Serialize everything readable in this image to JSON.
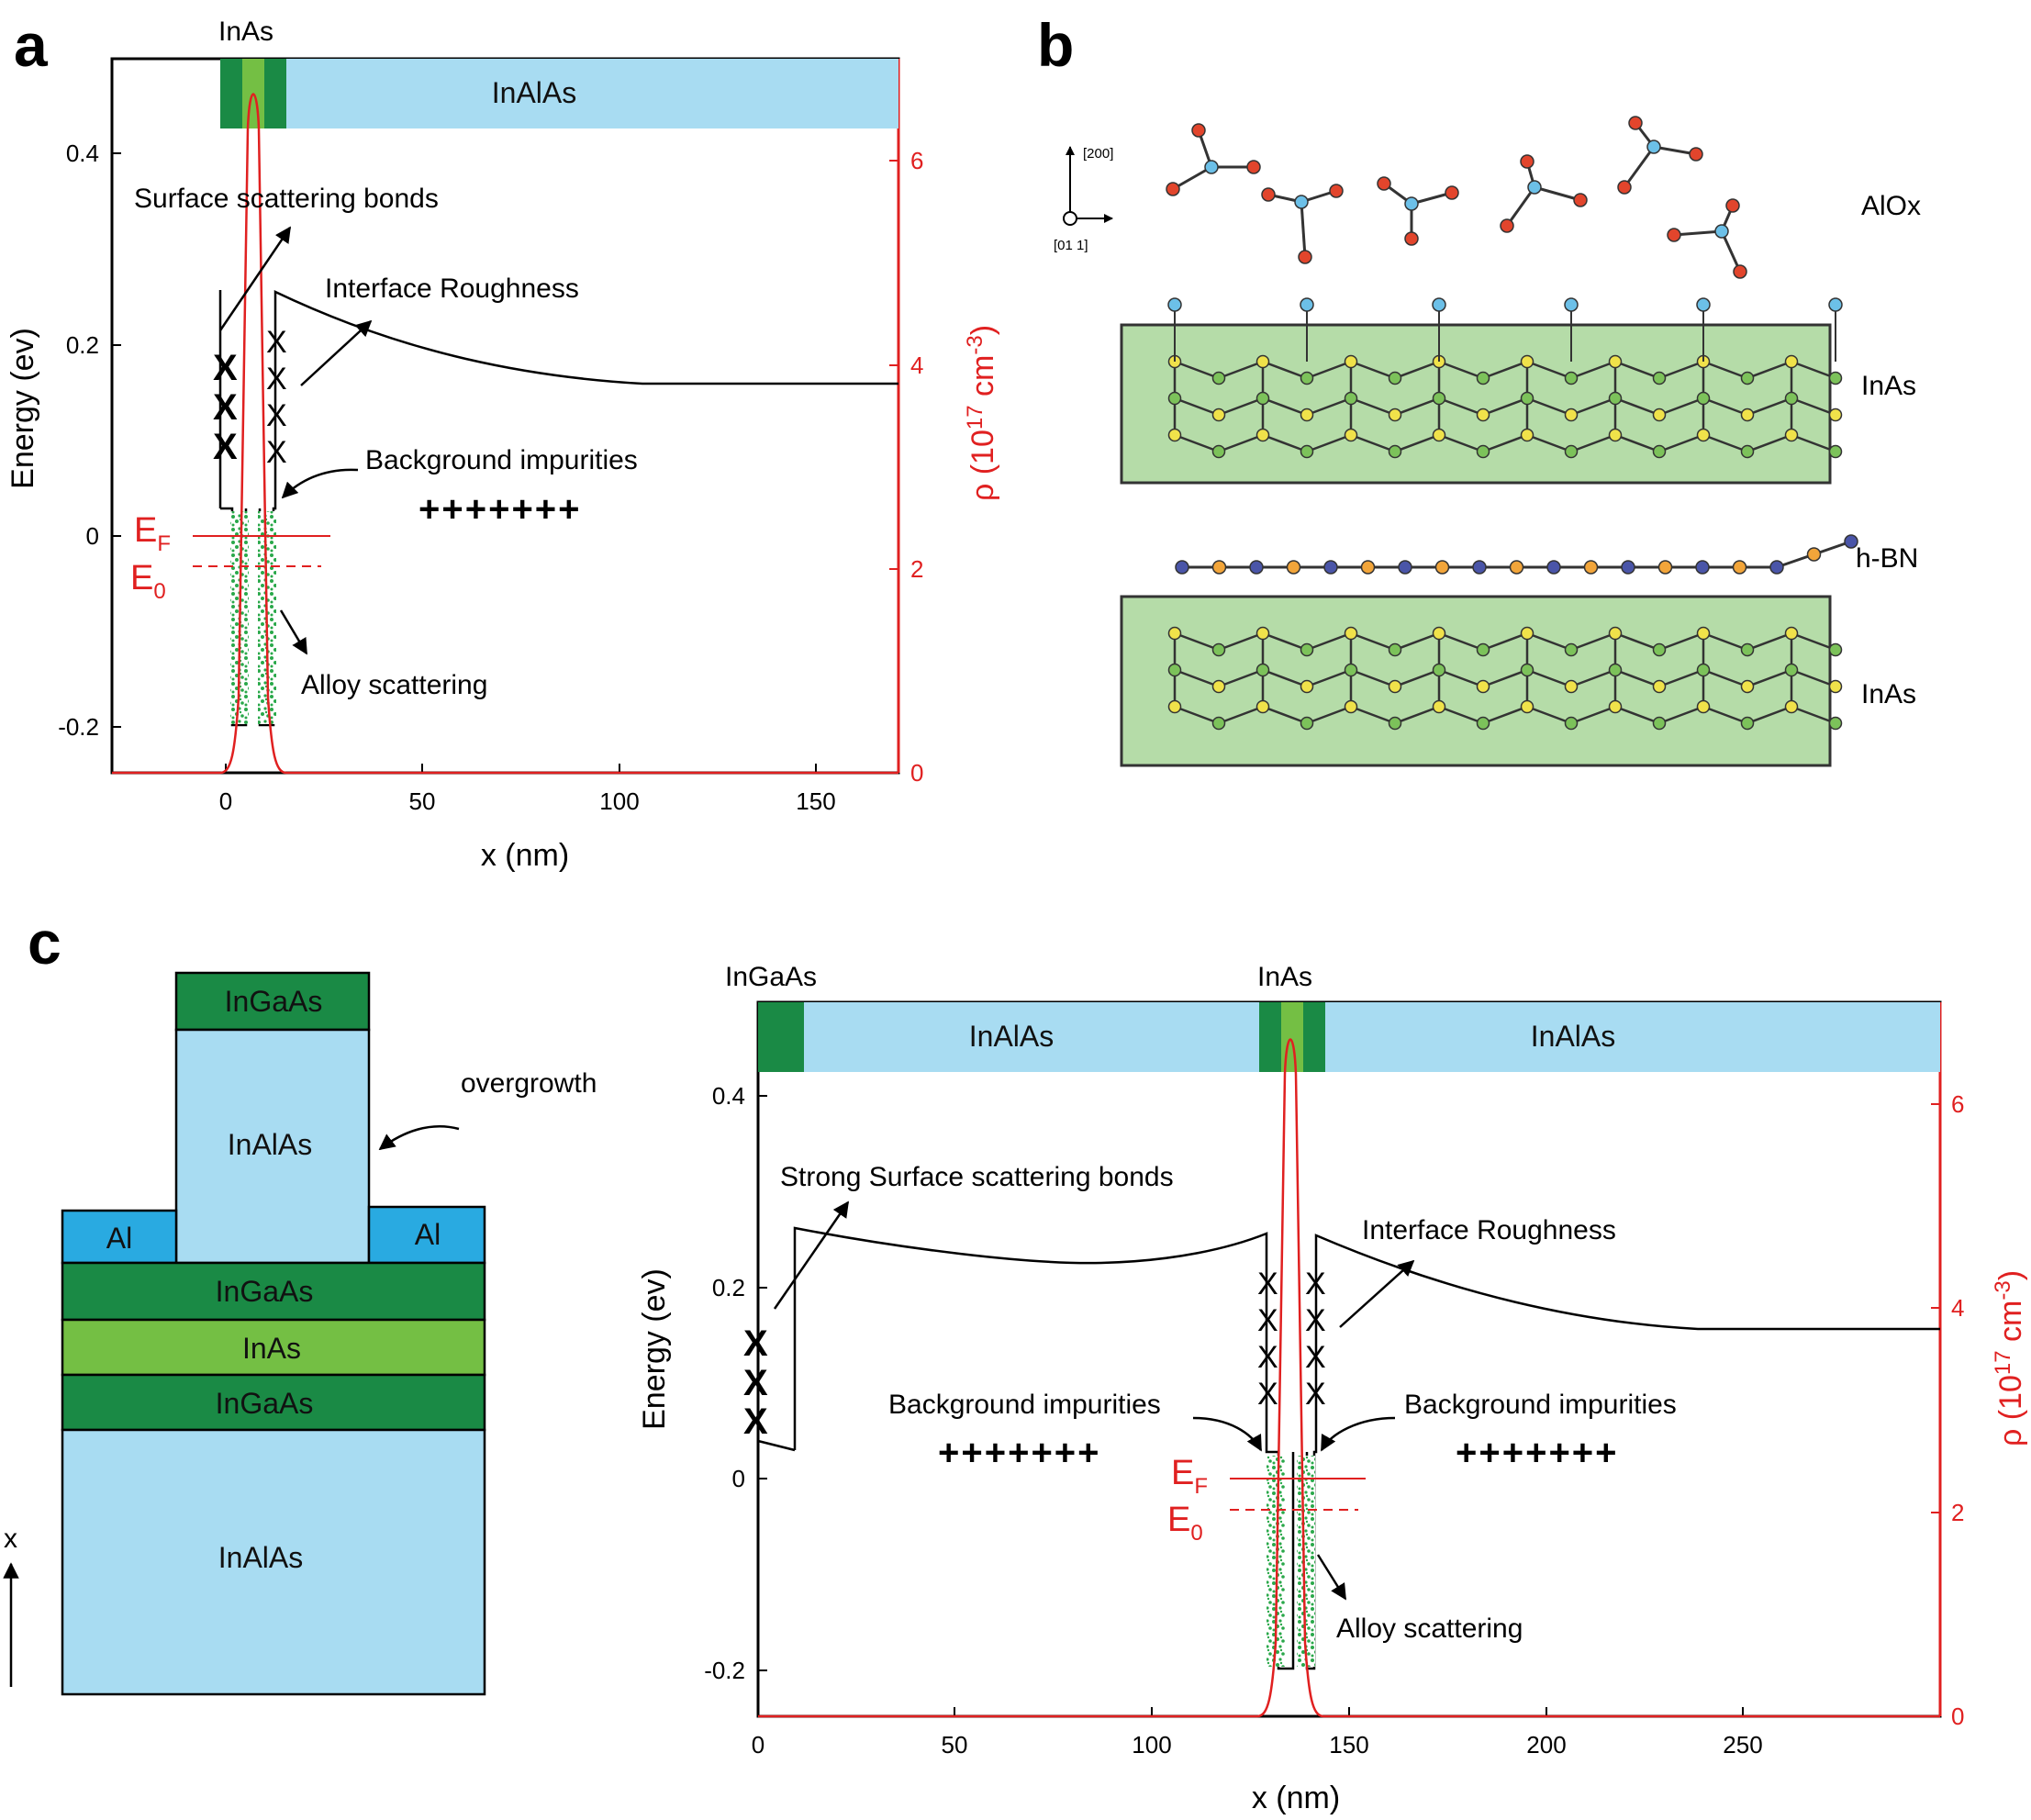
{
  "figure": {
    "panel_a": {
      "letter": "a",
      "top_label": "InAs",
      "barrier_label": "InAlAs",
      "ylabel": "Energy (ev)",
      "y2label_prefix": "ρ (10",
      "y2label_exp": "17",
      "y2label_unit": "cm",
      "y2label_unit_exp": "-3",
      "y2label_suffix": ")",
      "xlabel": "x (nm)",
      "xticks": [
        "0",
        "50",
        "100",
        "150"
      ],
      "yticks": [
        "0.4",
        "0.2",
        "0",
        "-0.2"
      ],
      "y2ticks": [
        "6",
        "4",
        "2",
        "0"
      ],
      "annotations": {
        "surface": "Surface scattering bonds",
        "roughness": "Interface Roughness",
        "impurities": "Background impurities",
        "plus": "+++++++",
        "alloy": "Alloy scattering",
        "ef": "E",
        "ef_sub": "F",
        "e0": "E",
        "e0_sub": "0"
      }
    },
    "panel_b": {
      "letter": "b",
      "axis_up": "[200]",
      "axis_in": "[01 1]",
      "labels": {
        "alox": "AlOx",
        "inas_top": "InAs",
        "hbn": "h-BN",
        "inas_bottom": "InAs"
      }
    },
    "panel_c": {
      "letter": "c",
      "stack": {
        "top_cap": "InGaAs",
        "ridge": "InAlAs",
        "al_left": "Al",
        "al_right": "Al",
        "layer1": "InGaAs",
        "layer2": "InAs",
        "layer3": "InGaAs",
        "substrate": "InAlAs",
        "overgrowth": "overgrowth",
        "x_axis": "x"
      },
      "plot": {
        "top_left_label": "InGaAs",
        "top_mid_label": "InAs",
        "barrier_left": "InAlAs",
        "barrier_right": "InAlAs",
        "ylabel": "Energy (ev)",
        "xlabel": "x (nm)",
        "xticks": [
          "0",
          "50",
          "100",
          "150",
          "200",
          "250"
        ],
        "yticks": [
          "0.4",
          "0.2",
          "0",
          "-0.2"
        ],
        "y2ticks": [
          "6",
          "4",
          "2",
          "0"
        ],
        "annotations": {
          "surface": "Strong Surface scattering bonds",
          "roughness": "Interface Roughness",
          "impurities_left": "Background impurities",
          "impurities_right": "Background impurities",
          "plus_left": "+++++++",
          "plus_right": "+++++++",
          "alloy": "Alloy scattering"
        }
      }
    },
    "colors": {
      "dark_green": "#1a8a45",
      "light_green": "#74bf44",
      "light_blue": "#a8dcf2",
      "al_blue": "#29aae1",
      "red_curve": "#e02020",
      "scatter_green": "#2aa84a",
      "crystal_bg": "#b5dca8"
    }
  }
}
